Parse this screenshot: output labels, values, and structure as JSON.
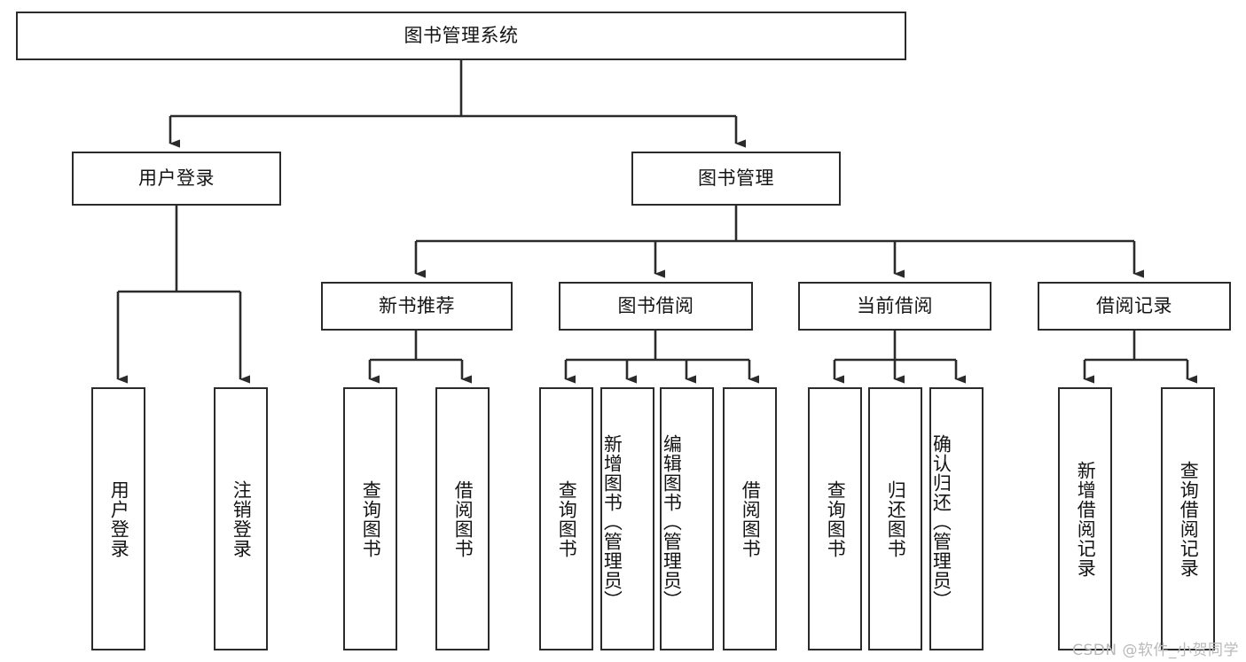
{
  "diagram": {
    "type": "tree-hierarchy",
    "title": "图书管理系统",
    "orientation": "top-down",
    "colors": {
      "box_border": "#2b2b2b",
      "box_fill": "#ffffff",
      "connector": "#2b2b2b",
      "text": "#141414",
      "watermark": "#b9b9b9",
      "background": "#ffffff"
    },
    "levels": {
      "root": {
        "id": "root",
        "label": "图书管理系统"
      },
      "level2": [
        {
          "id": "user-login",
          "label": "用户登录"
        },
        {
          "id": "book-management",
          "label": "图书管理"
        }
      ],
      "level3": [
        {
          "id": "new-book-recommend",
          "label": "新书推荐",
          "parent": "book-management"
        },
        {
          "id": "book-borrow",
          "label": "图书借阅",
          "parent": "book-management"
        },
        {
          "id": "current-borrow",
          "label": "当前借阅",
          "parent": "book-management"
        },
        {
          "id": "borrow-record",
          "label": "借阅记录",
          "parent": "book-management"
        }
      ],
      "leaves": [
        {
          "id": "leaf-user-login",
          "label": "用户登录",
          "parent": "user-login"
        },
        {
          "id": "leaf-logout-login",
          "label": "注销登录",
          "parent": "user-login"
        },
        {
          "id": "leaf-query-book-1",
          "label": "查询图书",
          "parent": "new-book-recommend"
        },
        {
          "id": "leaf-borrow-book-1",
          "label": "借阅图书",
          "parent": "new-book-recommend"
        },
        {
          "id": "leaf-query-book-2",
          "label": "查询图书",
          "parent": "book-borrow"
        },
        {
          "id": "leaf-add-book",
          "label": "新增图书（管理员）",
          "parent": "book-borrow"
        },
        {
          "id": "leaf-edit-book",
          "label": "编辑图书（管理员）",
          "parent": "book-borrow"
        },
        {
          "id": "leaf-borrow-book-2",
          "label": "借阅图书",
          "parent": "book-borrow"
        },
        {
          "id": "leaf-query-book-3",
          "label": "查询图书",
          "parent": "current-borrow"
        },
        {
          "id": "leaf-return-book",
          "label": "归还图书",
          "parent": "current-borrow"
        },
        {
          "id": "leaf-confirm-return",
          "label": "确认归还（管理员）",
          "parent": "current-borrow"
        },
        {
          "id": "leaf-add-record",
          "label": "新增借阅记录",
          "parent": "borrow-record"
        },
        {
          "id": "leaf-query-record",
          "label": "查询借阅记录",
          "parent": "borrow-record"
        }
      ]
    },
    "watermark": "CSDN @软件_小贺同学"
  }
}
